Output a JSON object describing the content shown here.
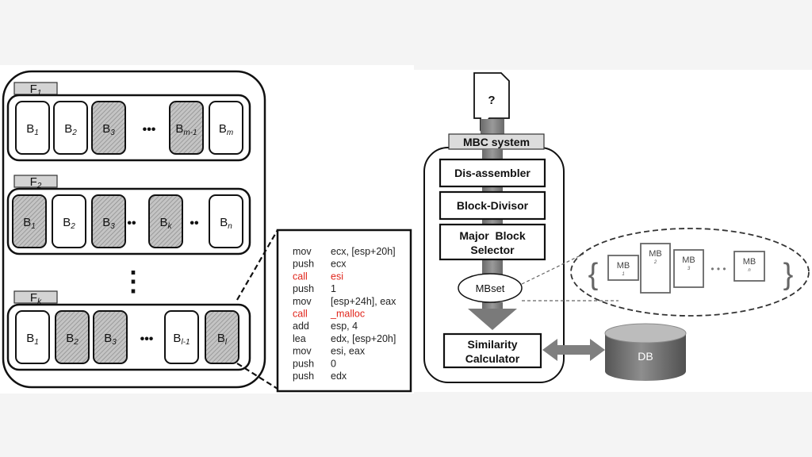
{
  "left": {
    "functions": [
      {
        "label": "F1",
        "label_base": "F",
        "label_sub": "1",
        "blocks": [
          {
            "base": "B",
            "sub": "1",
            "hatched": false
          },
          {
            "base": "B",
            "sub": "2",
            "hatched": false
          },
          {
            "base": "B",
            "sub": "3",
            "hatched": true
          },
          {
            "base": "B",
            "sub": "m-1",
            "hatched": true
          },
          {
            "base": "B",
            "sub": "m",
            "hatched": false
          }
        ],
        "ellipsis": "•••"
      },
      {
        "label": "F2",
        "label_base": "F",
        "label_sub": "2",
        "blocks": [
          {
            "base": "B",
            "sub": "1",
            "hatched": true
          },
          {
            "base": "B",
            "sub": "2",
            "hatched": false
          },
          {
            "base": "B",
            "sub": "3",
            "hatched": true
          },
          {
            "base": "B",
            "sub": "k",
            "hatched": true
          },
          {
            "base": "B",
            "sub": "n",
            "hatched": false
          }
        ],
        "ellipsis_a": "••",
        "ellipsis_b": "••"
      },
      {
        "label": "Fk",
        "label_base": "F",
        "label_sub": "k",
        "blocks": [
          {
            "base": "B",
            "sub": "1",
            "hatched": false
          },
          {
            "base": "B",
            "sub": "2",
            "hatched": true
          },
          {
            "base": "B",
            "sub": "3",
            "hatched": true
          },
          {
            "base": "B",
            "sub": "l-1",
            "hatched": false
          },
          {
            "base": "B",
            "sub": "l",
            "hatched": true
          }
        ],
        "ellipsis": "•••"
      }
    ],
    "vertical_ellipsis": "⋮"
  },
  "asm": [
    {
      "op": "mov",
      "args": "ecx, [esp+20h]",
      "highlight": false
    },
    {
      "op": "push",
      "args": "ecx",
      "highlight": false
    },
    {
      "op": "call",
      "args": "esi",
      "highlight": true
    },
    {
      "op": "push",
      "args": "1",
      "highlight": false
    },
    {
      "op": "mov",
      "args": "[esp+24h], eax",
      "highlight": false
    },
    {
      "op": "call",
      "args": "_malloc",
      "highlight": true
    },
    {
      "op": "add",
      "args": "esp, 4",
      "highlight": false
    },
    {
      "op": "lea",
      "args": "edx, [esp+20h]",
      "highlight": false
    },
    {
      "op": "mov",
      "args": "esi, eax",
      "highlight": false
    },
    {
      "op": "push",
      "args": "0",
      "highlight": false
    },
    {
      "op": "push",
      "args": "edx",
      "highlight": false
    }
  ],
  "right": {
    "input_doc": "?",
    "system_title": "MBC system",
    "modules": {
      "disassembler": "Dis-assembler",
      "block_divisor": "Block-Divisor",
      "major_block_line1": "Major  Block",
      "major_block_line2": "Selector",
      "similarity_line1": "Similarity",
      "similarity_line2": "Calculator"
    },
    "mbset": "MBset",
    "mb_items": [
      {
        "label": "MB",
        "sub": "1"
      },
      {
        "label": "MB",
        "sub": "2"
      },
      {
        "label": "MB",
        "sub": "3"
      },
      {
        "label": "MB",
        "sub": "n"
      }
    ],
    "mb_dots": "• • •",
    "brace_left": "{",
    "brace_right": "}",
    "db": "DB"
  },
  "colors": {
    "hatch_fill": "#c8c8c8",
    "asm_highlight": "#e0251b",
    "arrow_gray": "#7f7f7f",
    "db_top": "#b8b8b8",
    "db_body": "#6e6e6e"
  }
}
